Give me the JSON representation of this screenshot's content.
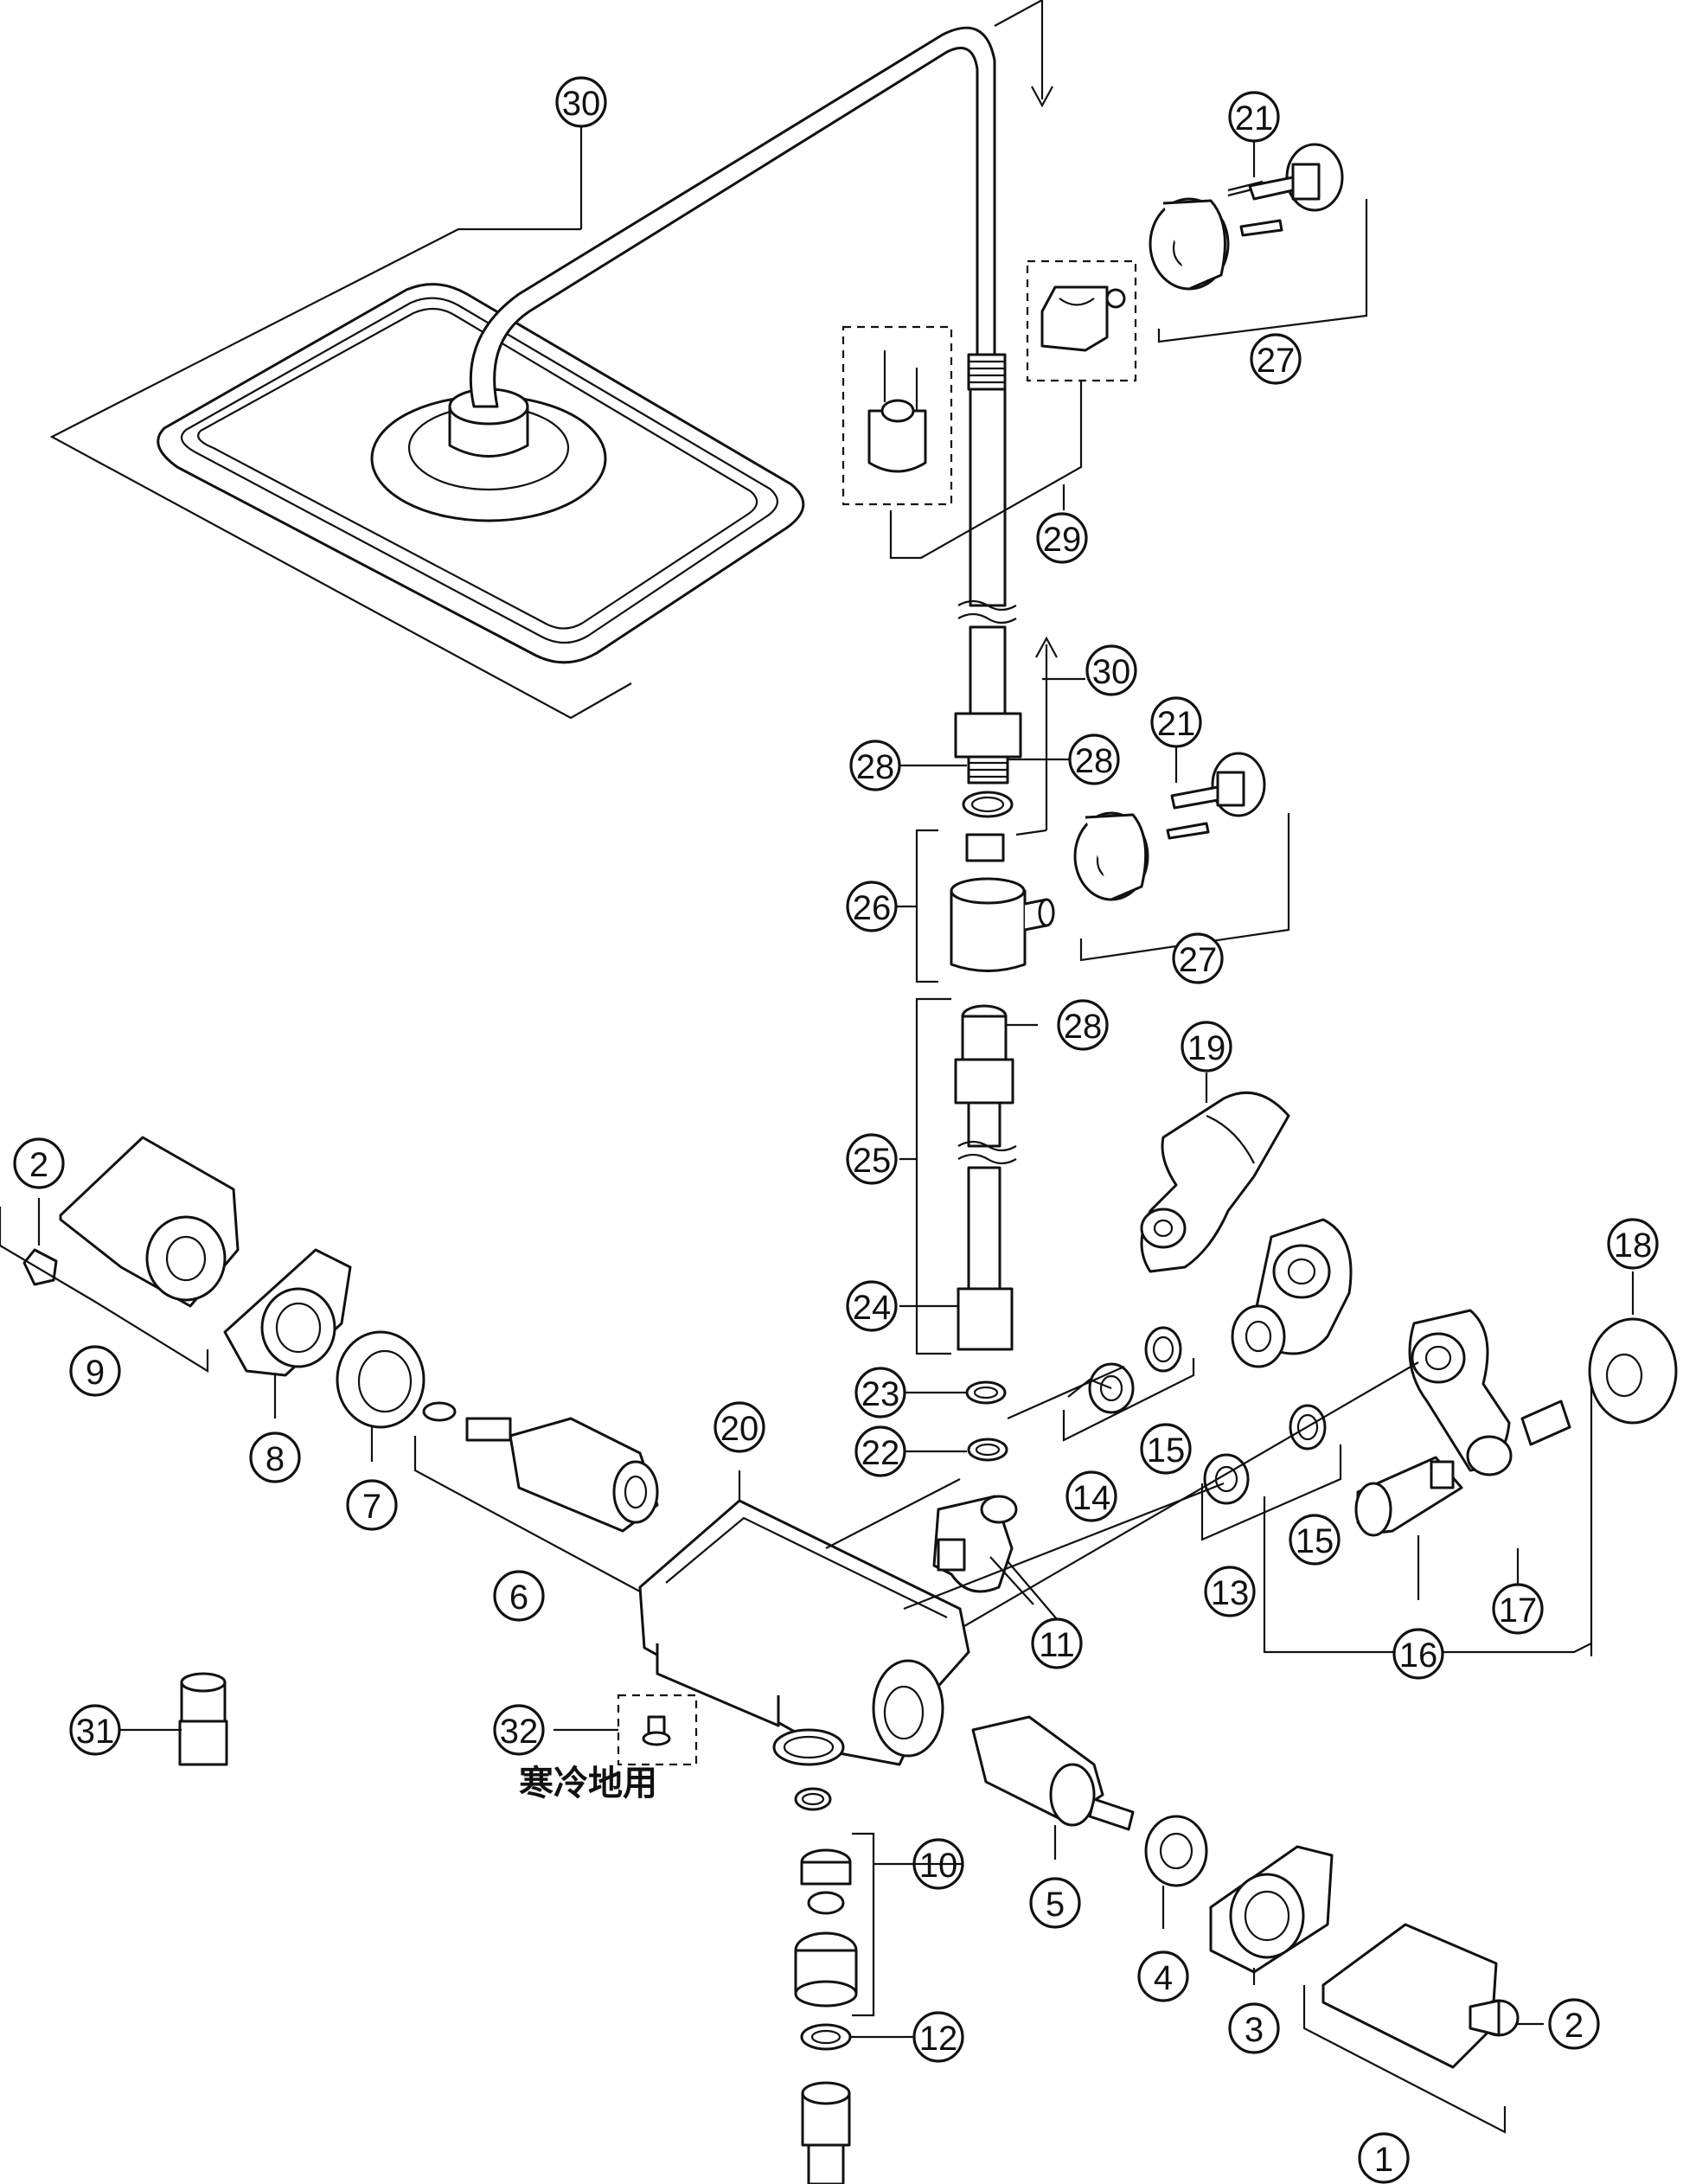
{
  "labels": {
    "p1": "1",
    "p2a": "2",
    "p2b": "2",
    "p3": "3",
    "p4": "4",
    "p5": "5",
    "p6": "6",
    "p7": "7",
    "p8": "8",
    "p9": "9",
    "p10": "10",
    "p11": "11",
    "p12": "12",
    "p13": "13",
    "p14": "14",
    "p15a": "15",
    "p15b": "15",
    "p16": "16",
    "p17": "17",
    "p18": "18",
    "p19": "19",
    "p20": "20",
    "p21a": "21",
    "p21b": "21",
    "p22": "22",
    "p23": "23",
    "p24": "24",
    "p25": "25",
    "p26": "26",
    "p27a": "27",
    "p27b": "27",
    "p28a": "28",
    "p28b": "28",
    "p28c": "28",
    "p29": "29",
    "p30a": "30",
    "p30b": "30",
    "p31": "31",
    "p32": "32"
  },
  "notes": {
    "cold_region": "寒冷地用"
  }
}
